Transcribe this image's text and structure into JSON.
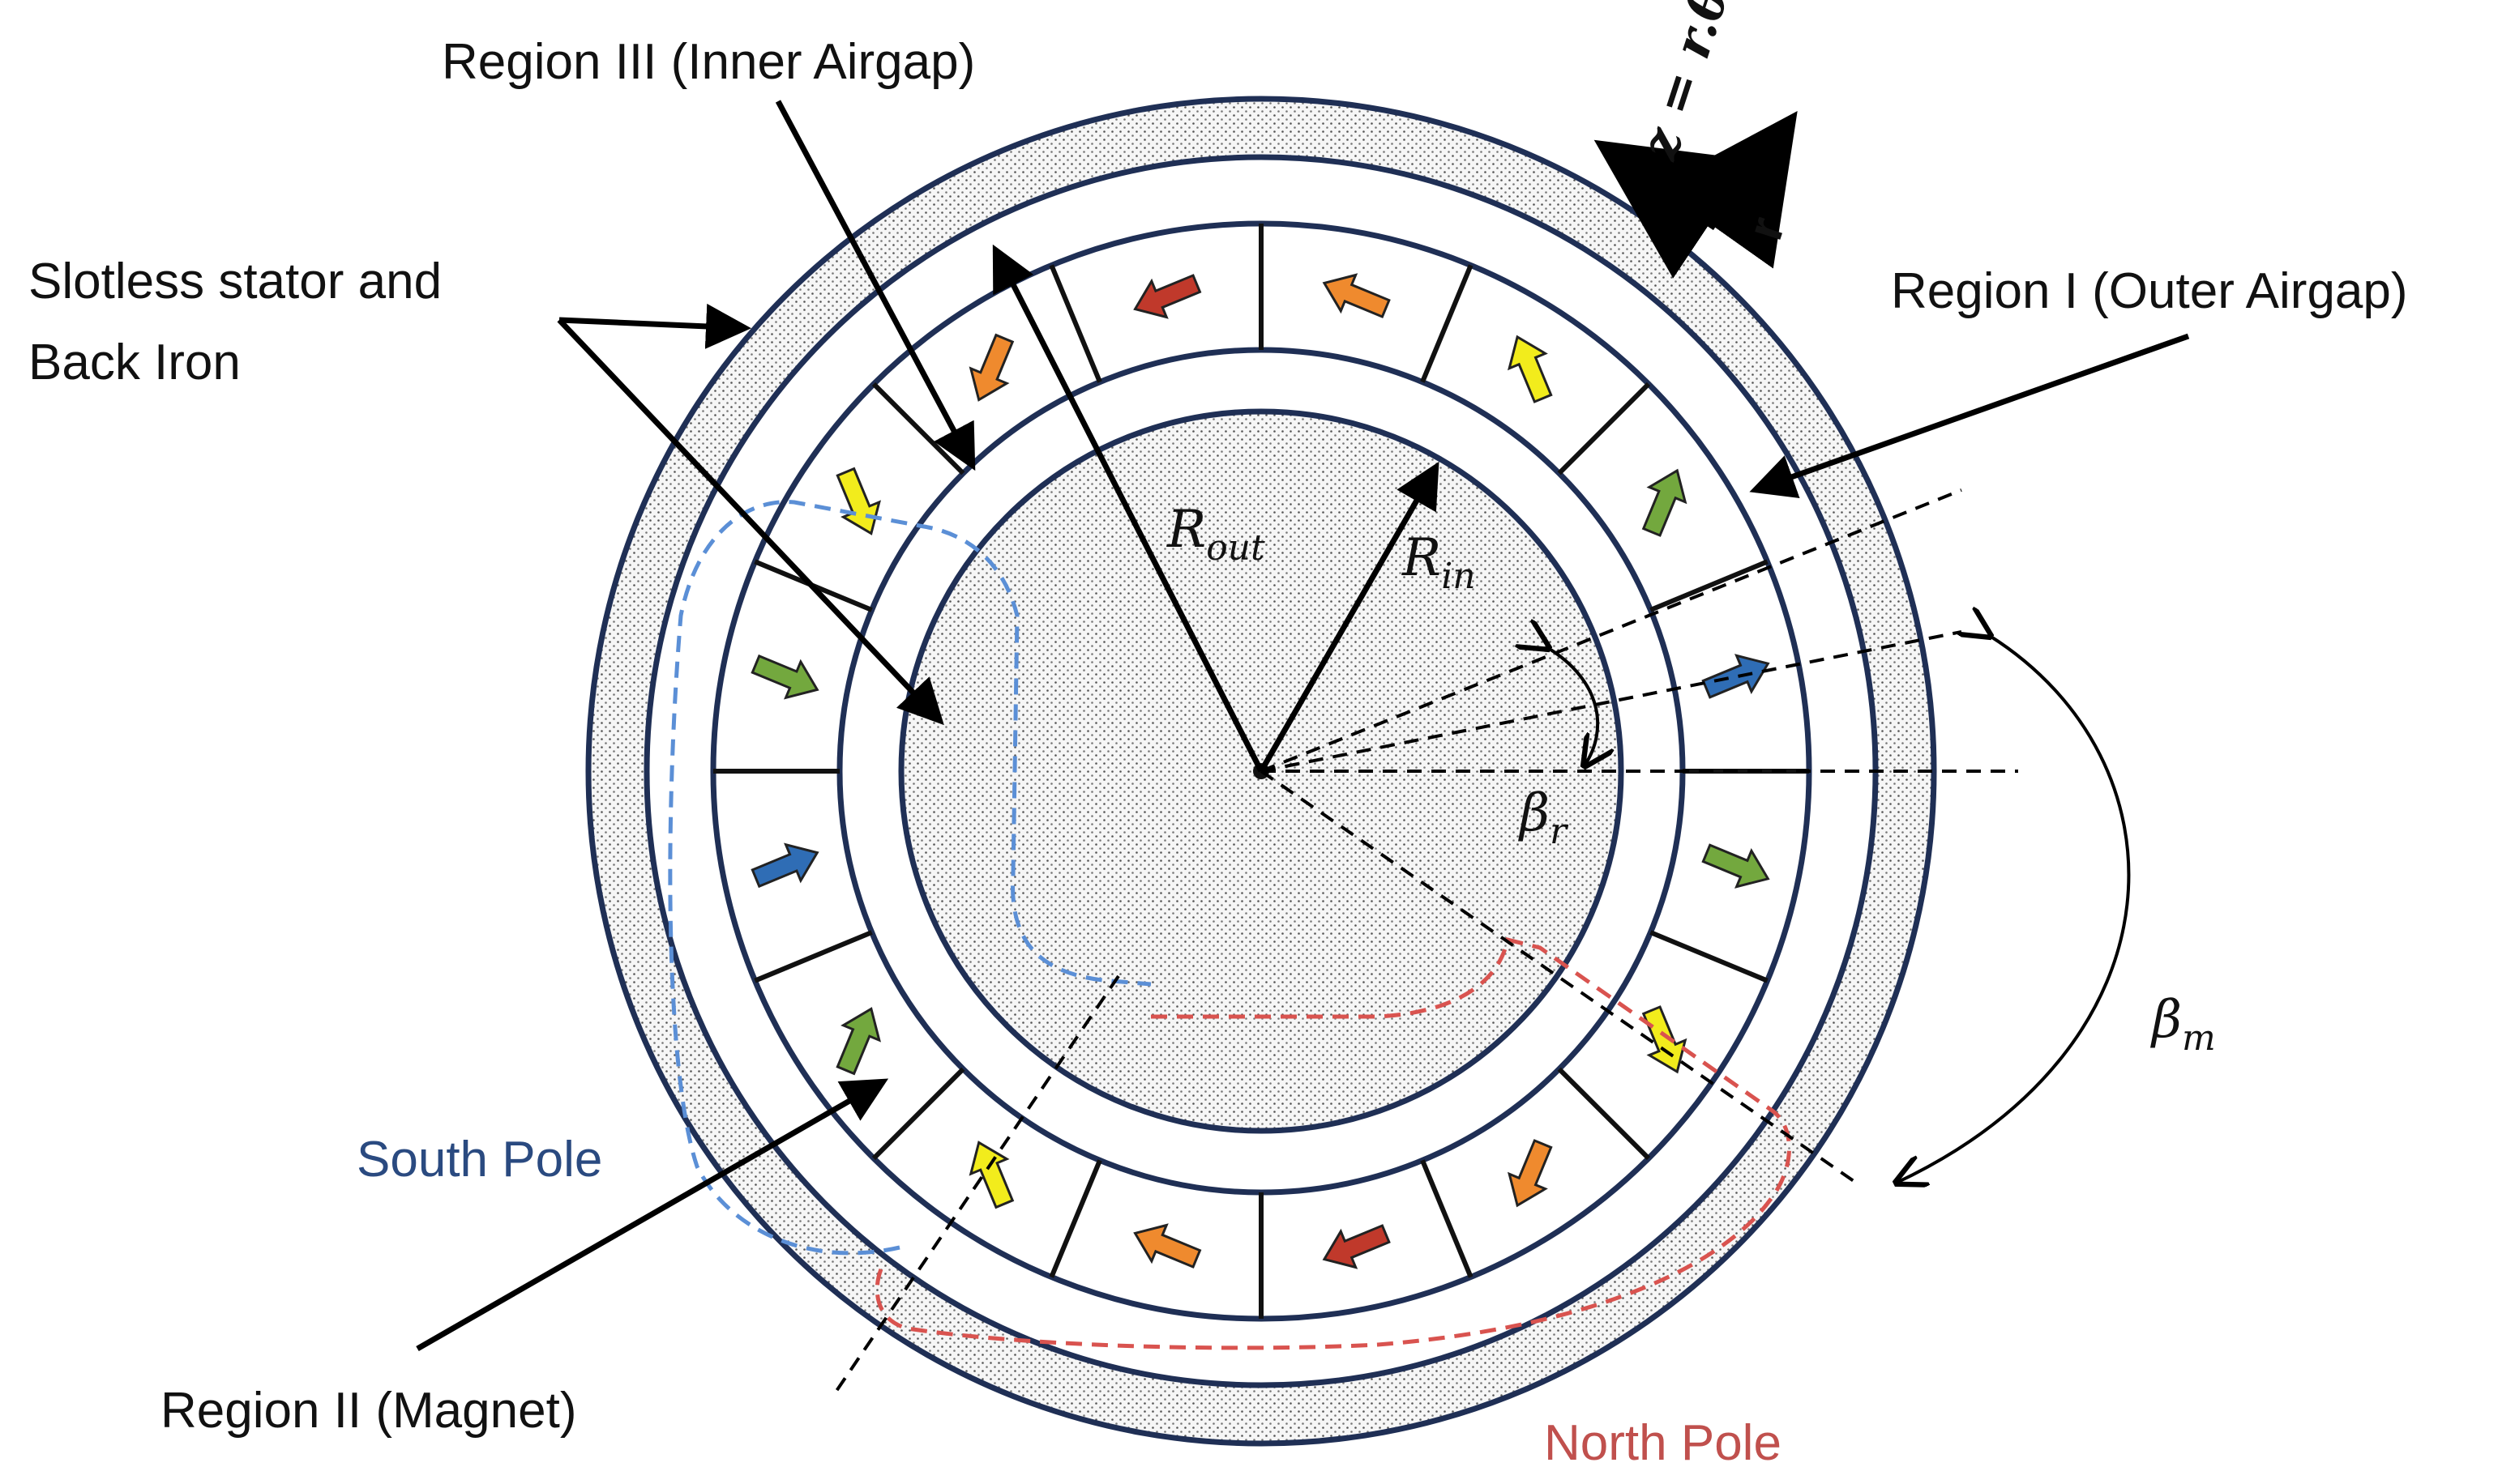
{
  "labels": {
    "region_iii": "Region III (Inner Airgap)",
    "stator_line1": "Slotless stator and",
    "stator_line2": "Back Iron",
    "region_i": "Region I (Outer Airgap)",
    "region_ii": "Region II (Magnet)",
    "south_pole": "South Pole",
    "north_pole": "North Pole"
  },
  "math": {
    "r_out": "R",
    "r_out_sub": "out",
    "r_in": "R",
    "r_in_sub": "in",
    "beta_r": "β",
    "beta_r_sub": "r",
    "beta_m": "β",
    "beta_m_sub": "m",
    "axis_z": "z = r.θ",
    "axis_r": "r"
  },
  "colors": {
    "ring_stroke": "#1f2f55",
    "south_path": "#5b8fd6",
    "north_path": "#d9534f",
    "red": "#c0392b",
    "orange": "#ef8a2e",
    "yellow": "#f2ec1c",
    "green": "#73a83e",
    "blue": "#2f6db5"
  },
  "magnets": {
    "count": 16,
    "arrow_colors": [
      "blue",
      "green",
      "yellow",
      "orange",
      "red",
      "orange",
      "yellow",
      "green",
      "blue",
      "green",
      "yellow",
      "orange",
      "red",
      "orange",
      "yellow",
      "green"
    ]
  }
}
